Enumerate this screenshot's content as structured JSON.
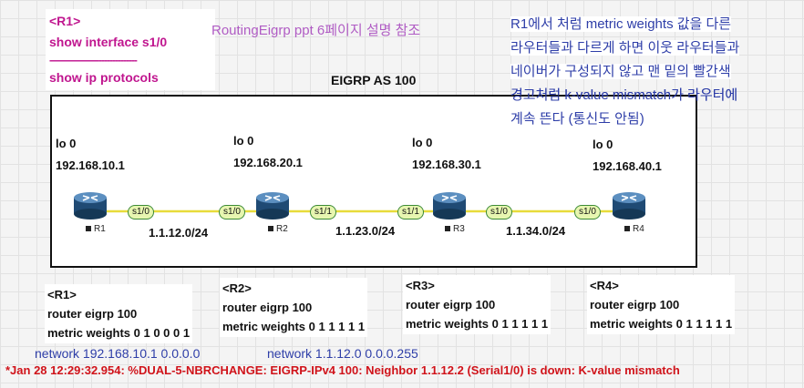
{
  "r1_note": {
    "title": "<R1>",
    "cmd1": "show interface s1/0",
    "divider": "--------------------------------",
    "cmd2": "show ip protocols"
  },
  "ppt_ref": "RoutingEigrp ppt 6페이지 설명 참조",
  "explanation": {
    "line1": "R1에서 처럼 metric weights 값을 다른",
    "line2": "라우터들과 다르게 하면 이웃 라우터들과",
    "line3": "네이버가 구성되지 않고 맨 밑의 빨간색",
    "line4": "경고처럼 k-value mismatch가 라우터에",
    "line5": "계속 뜬다 (통신도 안됨)"
  },
  "as_title": "EIGRP AS 100",
  "routers": [
    {
      "name": "R1",
      "lo": "lo 0",
      "ip": "192.168.10.1"
    },
    {
      "name": "R2",
      "lo": "lo 0",
      "ip": "192.168.20.1"
    },
    {
      "name": "R3",
      "lo": "lo 0",
      "ip": "192.168.30.1"
    },
    {
      "name": "R4",
      "lo": "lo 0",
      "ip": "192.168.40.1"
    }
  ],
  "ports": {
    "r1_right": "s1/0",
    "r2_left": "s1/0",
    "r2_right": "s1/1",
    "r3_left": "s1/1",
    "r3_right": "s1/0",
    "r4_left": "s1/0"
  },
  "subnets": [
    "1.1.12.0/24",
    "1.1.23.0/24",
    "1.1.34.0/24"
  ],
  "configs": [
    {
      "title": "<R1>",
      "line1": "router eigrp 100",
      "line2": "metric weights 0 1 0 0 0 1"
    },
    {
      "title": "<R2>",
      "line1": "router eigrp 100",
      "line2": "metric weights 0 1 1 1 1 1"
    },
    {
      "title": "<R3>",
      "line1": "router eigrp 100",
      "line2": "metric weights 0 1 1 1 1 1"
    },
    {
      "title": "<R4>",
      "line1": "router eigrp 100",
      "line2": "metric weights 0 1 1 1 1 1"
    }
  ],
  "network_cmds": [
    "network 192.168.10.1 0.0.0.0",
    "network 1.1.12.0 0.0.0.255"
  ],
  "log": "*Jan 28 12:29:32.954: %DUAL-5-NBRCHANGE: EIGRP-IPv4 100: Neighbor 1.1.12.2 (Serial1/0) is down: K-value mismatch",
  "colors": {
    "magenta": "#c0168f",
    "blue_note": "#2e3ea8",
    "log_red": "#d0131a",
    "link_yellow": "#e8dc3a",
    "router_blue": "#2a5a8c"
  }
}
